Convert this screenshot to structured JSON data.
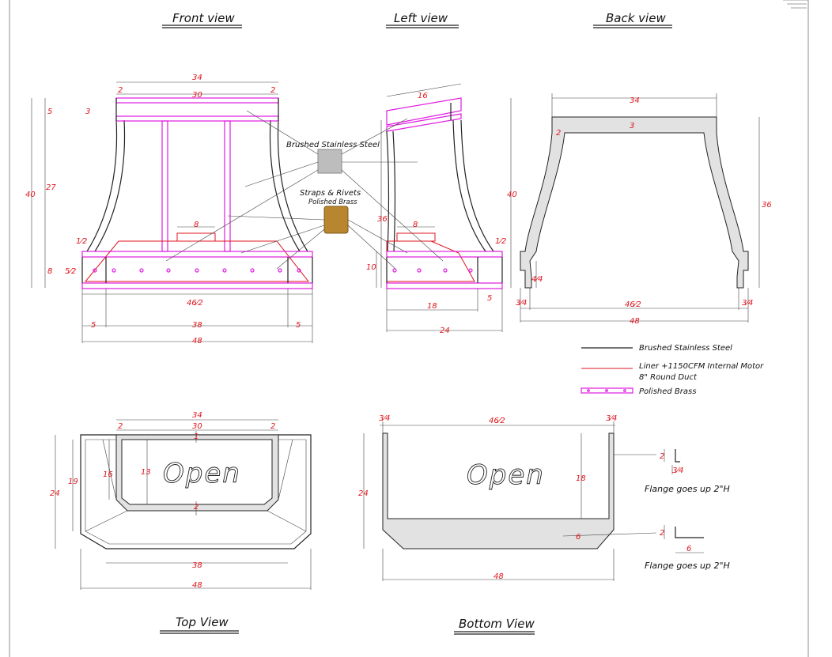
{
  "views": {
    "front": "Front view",
    "left": "Left view",
    "back": "Back view",
    "top": "Top View",
    "bottom": "Bottom View"
  },
  "materials": {
    "stainless_callout": "Brushed Stainless Steel",
    "straps_callout": "Straps & Rivets",
    "brass_callout": "Polished Brass"
  },
  "legend": {
    "stainless": "Brushed Stainless Steel",
    "liner_line1": "Liner +1150CFM Internal Motor",
    "liner_line2": "8\" Round Duct",
    "brass": "Polished Brass"
  },
  "flange": {
    "note_top": "Flange goes up 2\"H",
    "note_bottom": "Flange goes up 2\"H"
  },
  "open_label": "Open",
  "dims": {
    "front": {
      "top_width": "34",
      "inner_width": "30",
      "left_strap": "2",
      "right_strap": "2",
      "top_band": "5",
      "band": "3",
      "body": "27",
      "total_h": "40",
      "base": "8",
      "half_a": "1⁄2",
      "half_b": "5⁄2",
      "duct": "8",
      "base_width": "46⁄2",
      "left_end": "5",
      "mid": "38",
      "right_end": "5",
      "overall": "48"
    },
    "left": {
      "top": "16",
      "height": "40",
      "body": "36",
      "duct": "8",
      "side": "10",
      "half": "1⁄2",
      "base": "18",
      "end": "5",
      "overall": "24"
    },
    "back": {
      "top": "34",
      "band": "3",
      "side": "2",
      "height": "36",
      "step": "4⁄4",
      "left_q": "3⁄4",
      "base": "46⁄2",
      "right_q": "3⁄4",
      "overall": "48"
    },
    "top": {
      "top": "34",
      "inner": "30",
      "left": "2",
      "right": "2",
      "mark": "1",
      "opening_h": "13",
      "inner_h": "16",
      "outer_h": "19",
      "total_h": "24",
      "bottom_band": "2",
      "mid": "38",
      "overall": "48"
    },
    "bottom": {
      "left_q": "3⁄4",
      "width": "46⁄2",
      "right_q": "3⁄4",
      "height": "24",
      "inner_h": "18",
      "lip": "6",
      "overall": "48",
      "flange_a": "2",
      "flange_b": "3⁄4",
      "flange_c": "2",
      "flange_d": "6"
    }
  },
  "colors": {
    "dimension": "#e0141c",
    "brass_line": "#e01ce0",
    "stainless": "#222222",
    "fill": "#e2e2e2"
  }
}
